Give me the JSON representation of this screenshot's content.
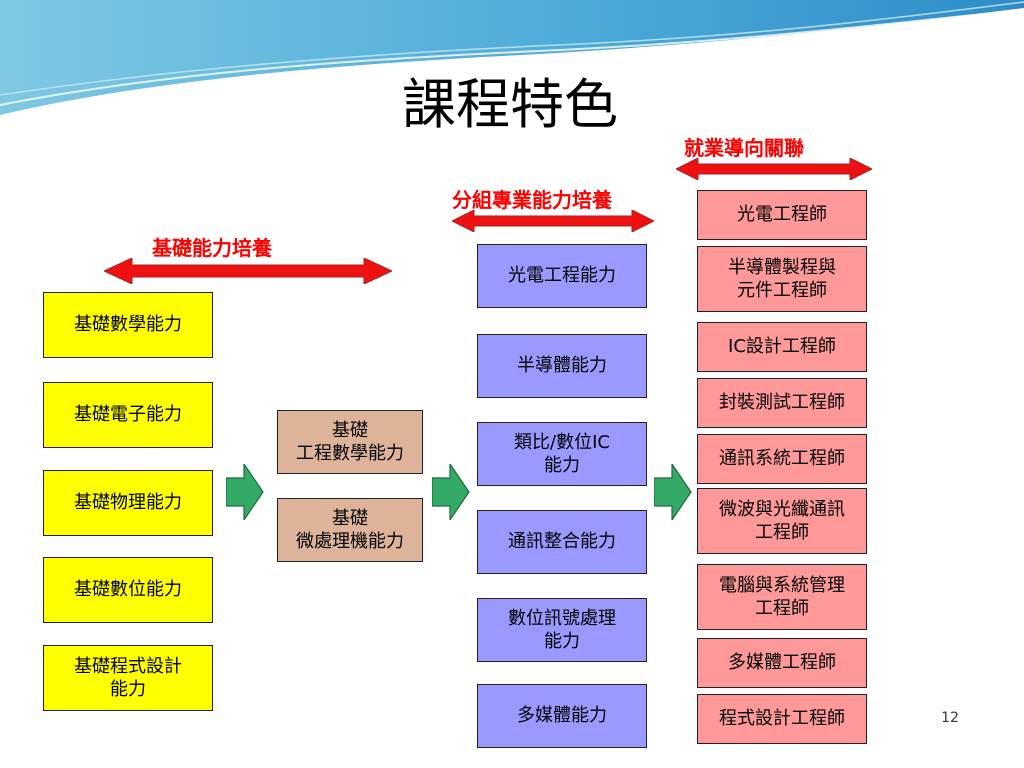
{
  "slide": {
    "title": "課程特色",
    "page_number": "12"
  },
  "columns": {
    "basic": {
      "label": "基礎能力培養",
      "items": [
        "基礎數學能力",
        "基礎電子能力",
        "基礎物理能力",
        "基礎數位能力",
        "基礎程式設計\n能力"
      ]
    },
    "intermediate": {
      "items": [
        "基礎\n工程數學能力",
        "基礎\n微處理機能力"
      ]
    },
    "group": {
      "label": "分組專業能力培養",
      "items": [
        "光電工程能力",
        "半導體能力",
        "類比/數位IC\n能力",
        "通訊整合能力",
        "數位訊號處理\n能力",
        "多媒體能力"
      ]
    },
    "career": {
      "label": "就業導向關聯",
      "items": [
        "光電工程師",
        "半導體製程與\n元件工程師",
        "IC設計工程師",
        "封裝測試工程師",
        "通訊系統工程師",
        "微波與光纖通訊\n工程師",
        "電腦與系統管理\n工程師",
        "多媒體工程師",
        "程式設計工程師"
      ]
    }
  },
  "colors": {
    "basic": "#ffff00",
    "intermediate": "#ddb399",
    "group": "#9999ff",
    "career": "#ff9999",
    "label": "#ff0000",
    "flow_arrow": "#33aa66"
  }
}
